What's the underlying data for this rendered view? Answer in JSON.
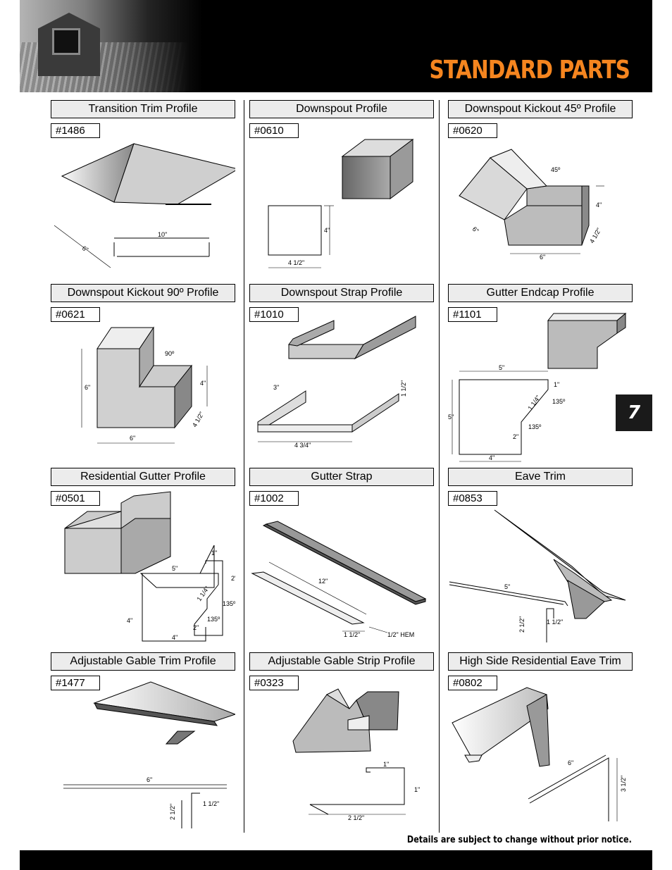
{
  "header": {
    "title": "STANDARD PARTS"
  },
  "side_tab": {
    "label": "7"
  },
  "parts": [
    {
      "title": "Transition Trim Profile",
      "number": "#1486",
      "dims": [
        "10\"",
        "6\""
      ]
    },
    {
      "title": "Downspout Profile",
      "number": "#0610",
      "dims": [
        "4\"",
        "4 1/2\""
      ]
    },
    {
      "title": "Downspout Kickout 45º Profile",
      "number": "#0620",
      "dims": [
        "45º",
        "4\"",
        "6\"",
        "6\"",
        "4 1/2\""
      ]
    },
    {
      "title": "Downspout Kickout 90º Profile",
      "number": "#0621",
      "dims": [
        "90º",
        "6\"",
        "4\"",
        "6\"",
        "4 1/2\""
      ]
    },
    {
      "title": "Downspout Strap Profile",
      "number": "#1010",
      "dims": [
        "3\"",
        "1 1/2\"",
        "4 3/4\""
      ]
    },
    {
      "title": "Gutter Endcap Profile",
      "number": "#1101",
      "dims": [
        "5\"",
        "1\"",
        "1 1/4\"",
        "135º",
        "5\"",
        "135º",
        "2\"",
        "4\""
      ]
    },
    {
      "title": "Residential Gutter Profile",
      "number": "#0501",
      "dims": [
        "1\"",
        "5\"",
        "2\"",
        "1 1/4\"",
        "135º",
        "4\"",
        "135º",
        "2\"",
        "4\""
      ]
    },
    {
      "title": "Gutter Strap",
      "number": "#1002",
      "dims": [
        "12\"",
        "1 1/2\"",
        "1/2\" HEM"
      ]
    },
    {
      "title": "Eave Trim",
      "number": "#0853",
      "dims": [
        "5\"",
        "2 1/2\"",
        "1 1/2\""
      ]
    },
    {
      "title": "Adjustable Gable Trim Profile",
      "number": "#1477",
      "dims": [
        "6\"",
        "2 1/2\"",
        "1 1/2\""
      ]
    },
    {
      "title": "Adjustable Gable Strip Profile",
      "number": "#0323",
      "dims": [
        "1\"",
        "1\"",
        "2 1/2\""
      ]
    },
    {
      "title": "High Side Residential Eave Trim",
      "number": "#0802",
      "dims": [
        "6\"",
        "3 1/2\""
      ]
    }
  ],
  "footer": {
    "note": "Details are subject to change without prior notice."
  },
  "colors": {
    "accent": "#f5851f",
    "dark": "#000000"
  }
}
